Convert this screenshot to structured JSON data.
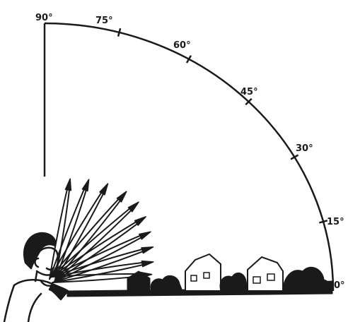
{
  "figure": {
    "angle_labels": [
      {
        "text": "90°",
        "angle": 90
      },
      {
        "text": "75°",
        "angle": 75
      },
      {
        "text": "60°",
        "angle": 60
      },
      {
        "text": "45°",
        "angle": 45
      },
      {
        "text": "30°",
        "angle": 30
      },
      {
        "text": "15°",
        "angle": 15
      },
      {
        "text": "0°",
        "angle": 0
      }
    ],
    "arm_angles": [
      80,
      70,
      60,
      50,
      42,
      34,
      26,
      18,
      10,
      3
    ],
    "ink_color": "#1a1a1a"
  }
}
